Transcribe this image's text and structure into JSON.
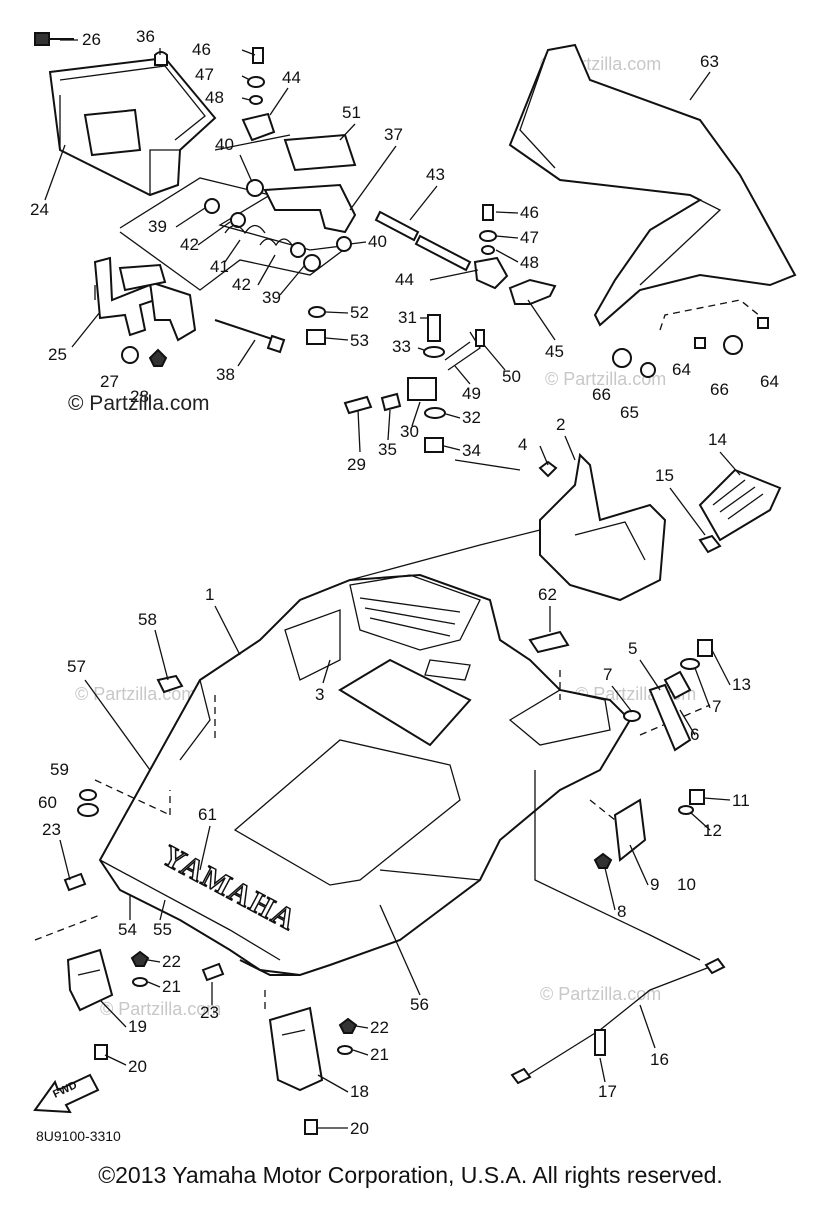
{
  "diagram": {
    "part_code": "8U9100-3310",
    "copyright": "©2013 Yamaha Motor Corporation, U.S.A. All rights reserved.",
    "watermark_main": "© Partzilla.com",
    "watermark_faint": "© Partzilla.com",
    "brand_text": "YAMAHA",
    "fwd_label": "FWD",
    "callouts": [
      {
        "id": "c1",
        "num": "1"
      },
      {
        "id": "c2",
        "num": "2"
      },
      {
        "id": "c3",
        "num": "3"
      },
      {
        "id": "c4",
        "num": "4"
      },
      {
        "id": "c5",
        "num": "5"
      },
      {
        "id": "c6",
        "num": "6"
      },
      {
        "id": "c7a",
        "num": "7"
      },
      {
        "id": "c7b",
        "num": "7"
      },
      {
        "id": "c8",
        "num": "8"
      },
      {
        "id": "c9",
        "num": "9"
      },
      {
        "id": "c10",
        "num": "10"
      },
      {
        "id": "c11",
        "num": "11"
      },
      {
        "id": "c12",
        "num": "12"
      },
      {
        "id": "c13",
        "num": "13"
      },
      {
        "id": "c14",
        "num": "14"
      },
      {
        "id": "c15",
        "num": "15"
      },
      {
        "id": "c16",
        "num": "16"
      },
      {
        "id": "c17",
        "num": "17"
      },
      {
        "id": "c18",
        "num": "18"
      },
      {
        "id": "c19",
        "num": "19"
      },
      {
        "id": "c20a",
        "num": "20"
      },
      {
        "id": "c20b",
        "num": "20"
      },
      {
        "id": "c21a",
        "num": "21"
      },
      {
        "id": "c21b",
        "num": "21"
      },
      {
        "id": "c22a",
        "num": "22"
      },
      {
        "id": "c22b",
        "num": "22"
      },
      {
        "id": "c23a",
        "num": "23"
      },
      {
        "id": "c23b",
        "num": "23"
      },
      {
        "id": "c24",
        "num": "24"
      },
      {
        "id": "c25",
        "num": "25"
      },
      {
        "id": "c26",
        "num": "26"
      },
      {
        "id": "c27",
        "num": "27"
      },
      {
        "id": "c28",
        "num": "28"
      },
      {
        "id": "c29",
        "num": "29"
      },
      {
        "id": "c30",
        "num": "30"
      },
      {
        "id": "c31",
        "num": "31"
      },
      {
        "id": "c32",
        "num": "32"
      },
      {
        "id": "c33",
        "num": "33"
      },
      {
        "id": "c34",
        "num": "34"
      },
      {
        "id": "c35",
        "num": "35"
      },
      {
        "id": "c36",
        "num": "36"
      },
      {
        "id": "c37",
        "num": "37"
      },
      {
        "id": "c38",
        "num": "38"
      },
      {
        "id": "c39a",
        "num": "39"
      },
      {
        "id": "c39b",
        "num": "39"
      },
      {
        "id": "c40a",
        "num": "40"
      },
      {
        "id": "c40b",
        "num": "40"
      },
      {
        "id": "c41",
        "num": "41"
      },
      {
        "id": "c42a",
        "num": "42"
      },
      {
        "id": "c42b",
        "num": "42"
      },
      {
        "id": "c43",
        "num": "43"
      },
      {
        "id": "c44a",
        "num": "44"
      },
      {
        "id": "c44b",
        "num": "44"
      },
      {
        "id": "c45",
        "num": "45"
      },
      {
        "id": "c46a",
        "num": "46"
      },
      {
        "id": "c46b",
        "num": "46"
      },
      {
        "id": "c47a",
        "num": "47"
      },
      {
        "id": "c47b",
        "num": "47"
      },
      {
        "id": "c48a",
        "num": "48"
      },
      {
        "id": "c48b",
        "num": "48"
      },
      {
        "id": "c49",
        "num": "49"
      },
      {
        "id": "c50",
        "num": "50"
      },
      {
        "id": "c51",
        "num": "51"
      },
      {
        "id": "c52",
        "num": "52"
      },
      {
        "id": "c53",
        "num": "53"
      },
      {
        "id": "c54",
        "num": "54"
      },
      {
        "id": "c55",
        "num": "55"
      },
      {
        "id": "c56",
        "num": "56"
      },
      {
        "id": "c57",
        "num": "57"
      },
      {
        "id": "c58",
        "num": "58"
      },
      {
        "id": "c59",
        "num": "59"
      },
      {
        "id": "c60",
        "num": "60"
      },
      {
        "id": "c61",
        "num": "61"
      },
      {
        "id": "c62",
        "num": "62"
      },
      {
        "id": "c63",
        "num": "63"
      },
      {
        "id": "c64a",
        "num": "64"
      },
      {
        "id": "c64b",
        "num": "64"
      },
      {
        "id": "c65",
        "num": "65"
      },
      {
        "id": "c66a",
        "num": "66"
      },
      {
        "id": "c66b",
        "num": "66"
      }
    ]
  }
}
